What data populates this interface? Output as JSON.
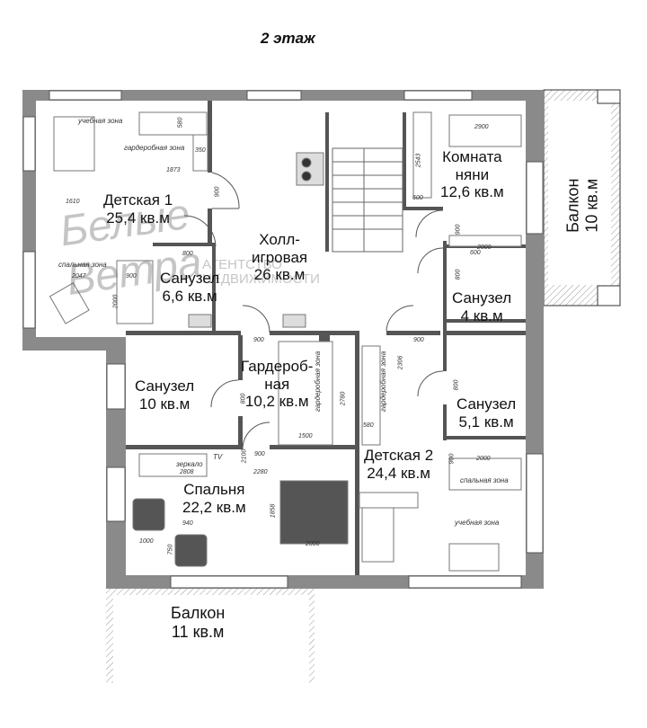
{
  "title": "2 этаж",
  "rooms": {
    "child1": {
      "name": "Детская 1",
      "area": "25,4 кв.м"
    },
    "bath66": {
      "name": "Санузел",
      "area": "6,6 кв.м"
    },
    "hall": {
      "name1": "Холл-",
      "name2": "игровая",
      "area": "26 кв.м"
    },
    "nanny": {
      "name1": "Комната",
      "name2": "няни",
      "area": "12,6 кв.м"
    },
    "balcony10": {
      "name": "Балкон",
      "area": "10 кв.м"
    },
    "bath4": {
      "name": "Санузел",
      "area": "4 кв.м"
    },
    "bath10": {
      "name": "Санузел",
      "area": "10 кв.м"
    },
    "wardrobe": {
      "name1": "Гардероб-",
      "name2": "ная",
      "area": "10,2 кв.м"
    },
    "bath51": {
      "name": "Санузел",
      "area": "5,1 кв.м"
    },
    "bedroom": {
      "name": "Спальня",
      "area": "22,2 кв.м"
    },
    "child2": {
      "name": "Детская 2",
      "area": "24,4 кв.м"
    },
    "balcony11": {
      "name": "Балкон",
      "area": "11 кв.м"
    }
  },
  "zones": {
    "study1": "учебная зона",
    "wardrobe1": "гардеробная зона",
    "sleep1": "спальная зона",
    "wardrobe_g": "гардеробная зона",
    "wardrobe2": "гардеробная зона",
    "sleep2": "спальная зона",
    "study2": "учебная зона",
    "tv": "TV",
    "mirror": "зеркало"
  },
  "dims": {
    "d580a": "580",
    "d350": "350",
    "d1873": "1873",
    "d1610": "1610",
    "d900a": "900",
    "d800a": "800",
    "d2047": "2047",
    "d900b": "900",
    "d2000a": "2000",
    "d2543": "2543",
    "d600": "600",
    "d2900": "2900",
    "d900c": "900",
    "d600b": "600",
    "d2000b": "2000",
    "d800b": "800",
    "d900d": "900",
    "d900e": "900",
    "d800c": "800",
    "d2780": "2780",
    "d1500": "1500",
    "d2306": "2306",
    "d580b": "580",
    "d900f": "900",
    "d800d": "800",
    "d2808": "2808",
    "d2280": "2280",
    "d2100": "2100",
    "d1858": "1858",
    "d2000c": "2000",
    "d940": "940",
    "d1000": "1000",
    "d750": "750",
    "d900g": "900",
    "d2000d": "2000"
  },
  "watermark": {
    "brand1": "Белые",
    "brand2": "Ветра",
    "agency1": "АГЕНТСТВО",
    "agency2": "НЕДВИЖИМОСТИ"
  }
}
